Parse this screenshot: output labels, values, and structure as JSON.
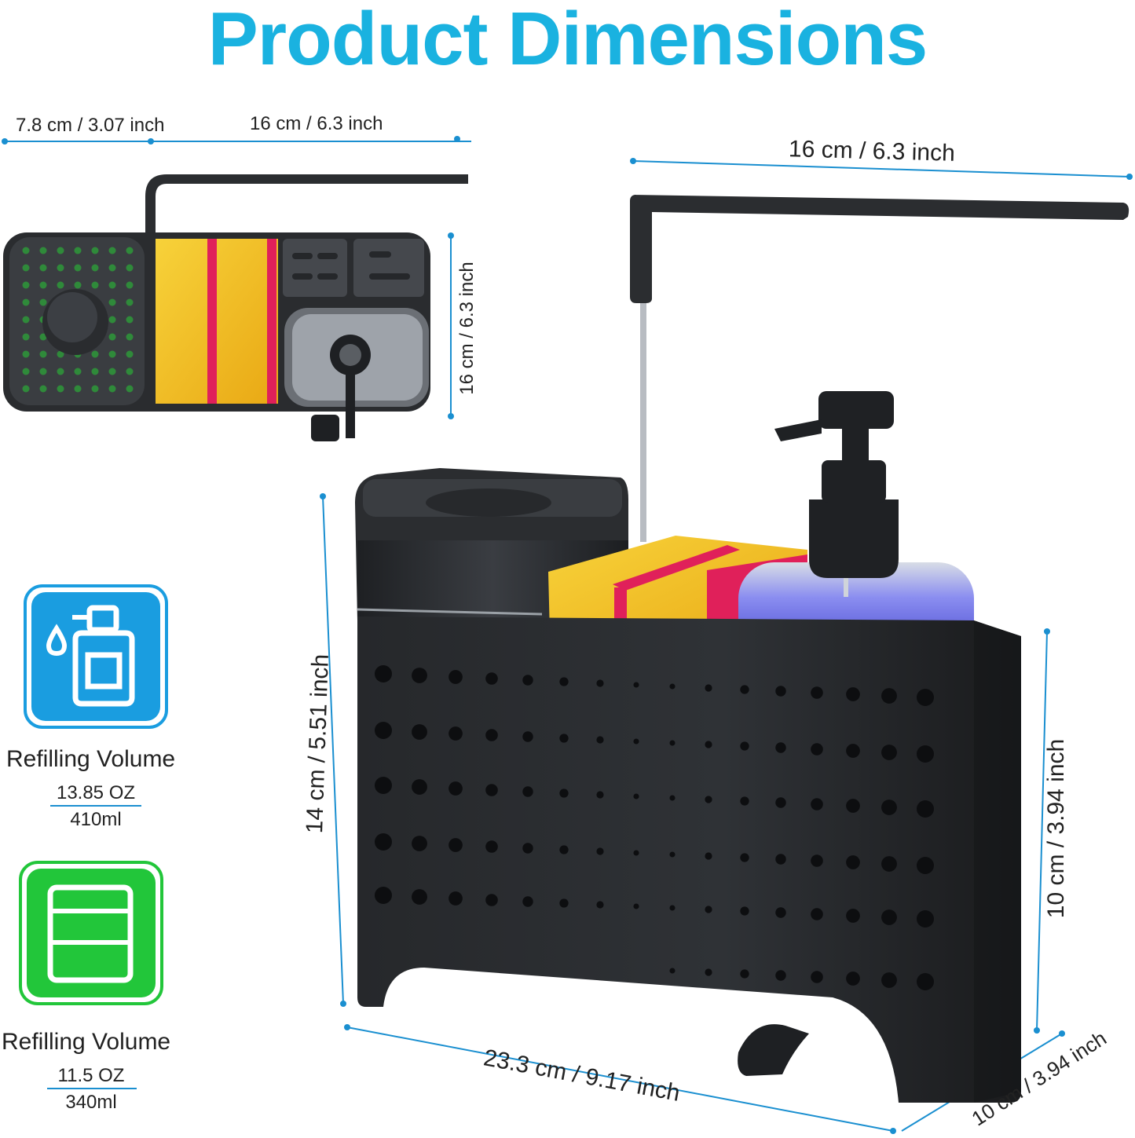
{
  "title": "Product Dimensions",
  "colors": {
    "accent": "#1ab2e0",
    "measure_line": "#1a8fd0",
    "blue_icon": "#1a9de0",
    "green_icon": "#22c63a",
    "body_dark": "#2b2d30",
    "sponge_yellow": "#f2c220",
    "sponge_pink": "#e0205a",
    "soap_blue": "#3a3ad0"
  },
  "top_view": {
    "width_left": "7.8 cm / 3.07 inch",
    "width_right": "16 cm / 6.3 inch",
    "depth": "16 cm / 6.3 inch"
  },
  "main_view": {
    "arm_width": "16 cm / 6.3 inch",
    "height_total": "14 cm / 5.51 inch",
    "height_basket": "10 cm / 3.94 inch",
    "length": "23.3 cm / 9.17 inch",
    "depth": "10 cm / 3.94 inch"
  },
  "volumes": [
    {
      "icon": "spray-bottle-icon",
      "label": "Refilling Volume",
      "oz": "13.85 OZ",
      "ml": "410ml"
    },
    {
      "icon": "container-icon",
      "label": "Refilling Volume",
      "oz": "11.5 OZ",
      "ml": "340ml"
    }
  ]
}
